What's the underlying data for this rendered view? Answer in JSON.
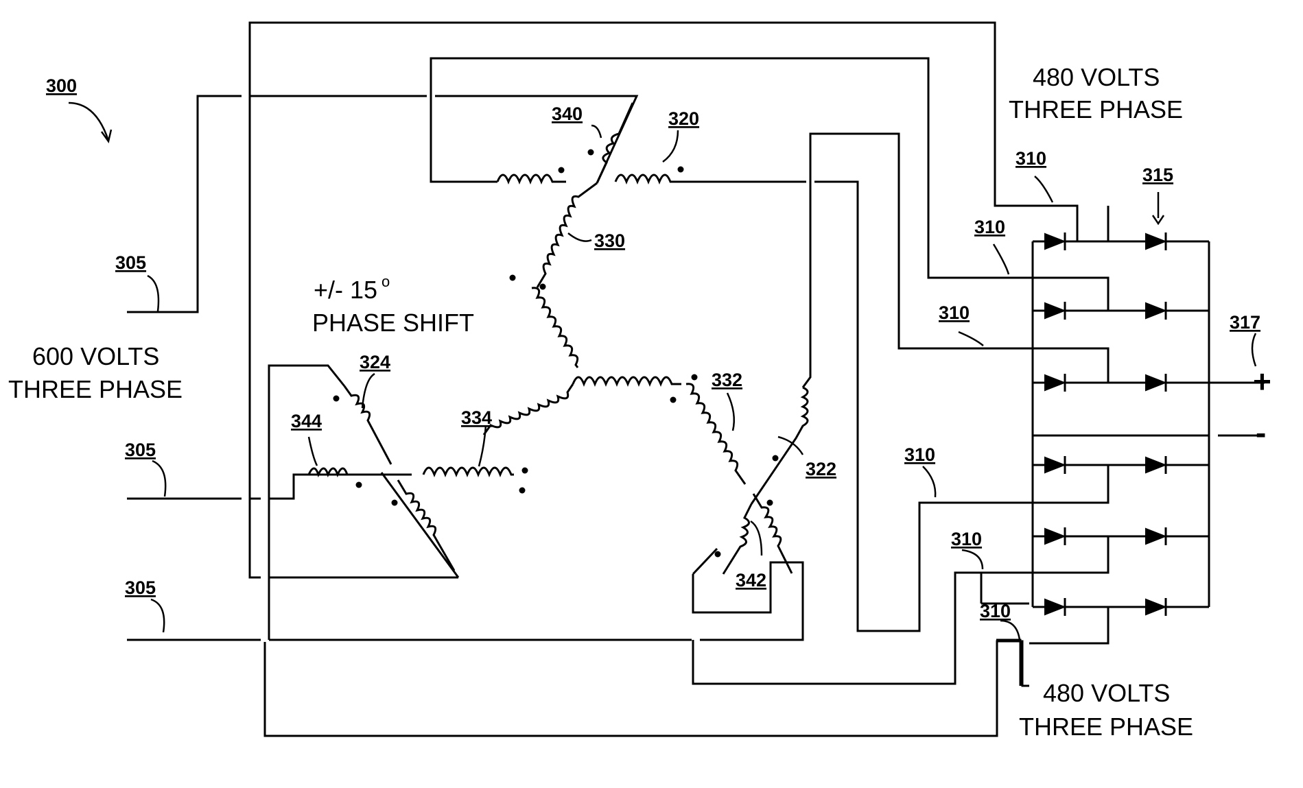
{
  "figure_number": "300",
  "input_label": {
    "line1": "600 VOLTS",
    "line2": "THREE PHASE"
  },
  "output_label_top": {
    "line1": "480 VOLTS",
    "line2": "THREE PHASE"
  },
  "output_label_bottom": {
    "line1": "480 VOLTS",
    "line2": "THREE PHASE"
  },
  "phase_shift": {
    "line1": "+/- 15",
    "degree": "o",
    "line2": "PHASE SHIFT"
  },
  "refs": {
    "input_line": "305",
    "output_line": "310",
    "diode": "315",
    "output_terminal": "317",
    "w320": "320",
    "w322": "322",
    "w324": "324",
    "w330": "330",
    "w332": "332",
    "w334": "334",
    "w340": "340",
    "w342": "342",
    "w344": "344"
  },
  "terminals": {
    "plus": "+",
    "minus": "-"
  }
}
